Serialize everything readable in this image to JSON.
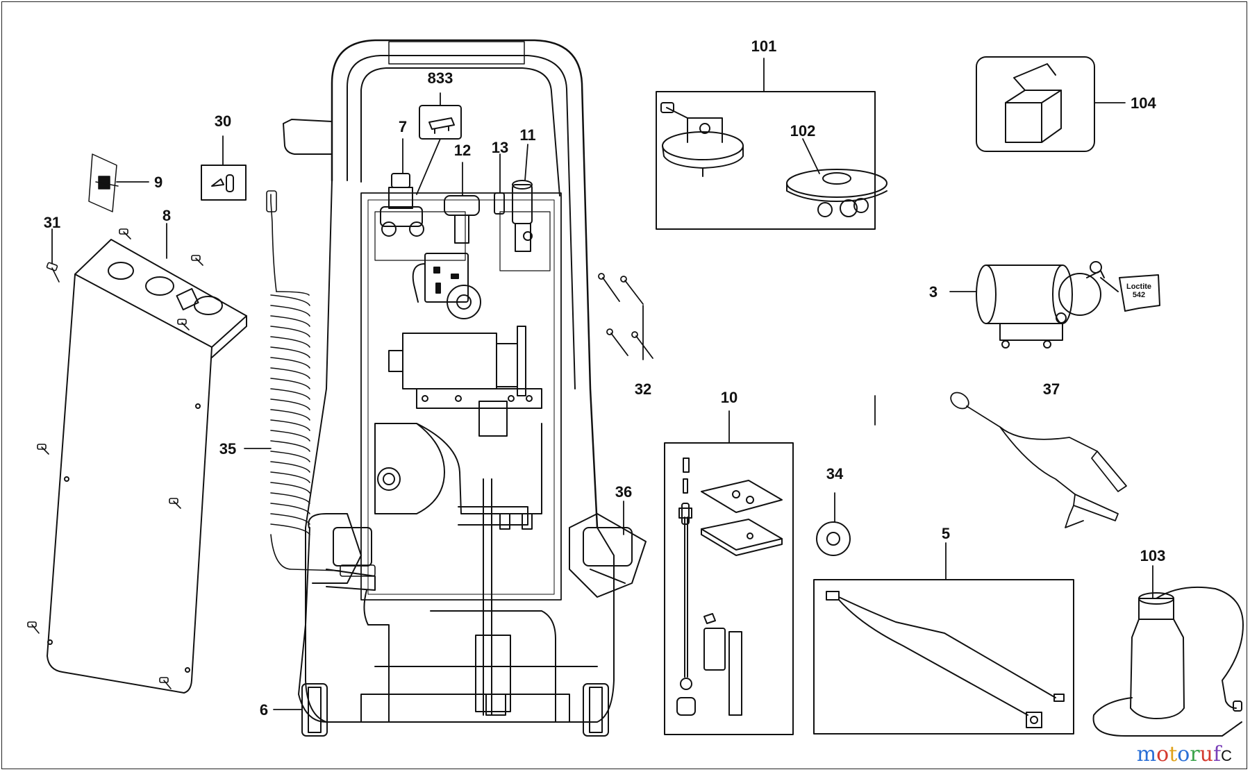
{
  "callouts": {
    "c101": "101",
    "c102": "102",
    "c104": "104",
    "c833": "833",
    "c7": "7",
    "c12": "12",
    "c13": "13",
    "c11": "11",
    "c30": "30",
    "c9": "9",
    "c31": "31",
    "c8": "8",
    "c3": "3",
    "c32": "32",
    "c35": "35",
    "c10": "10",
    "c37": "37",
    "c34": "34",
    "c36": "36",
    "c5": "5",
    "c103": "103",
    "c6": "6"
  },
  "tag": {
    "line1": "Loctite",
    "line2": "542"
  },
  "watermark": {
    "text": "motoruf",
    "suffix": "C",
    "colors": [
      "#2a6fd6",
      "#d43a2f",
      "#e0a21a",
      "#2a6fd6",
      "#3aa34a",
      "#d43a2f",
      "#7a3fb8"
    ]
  }
}
